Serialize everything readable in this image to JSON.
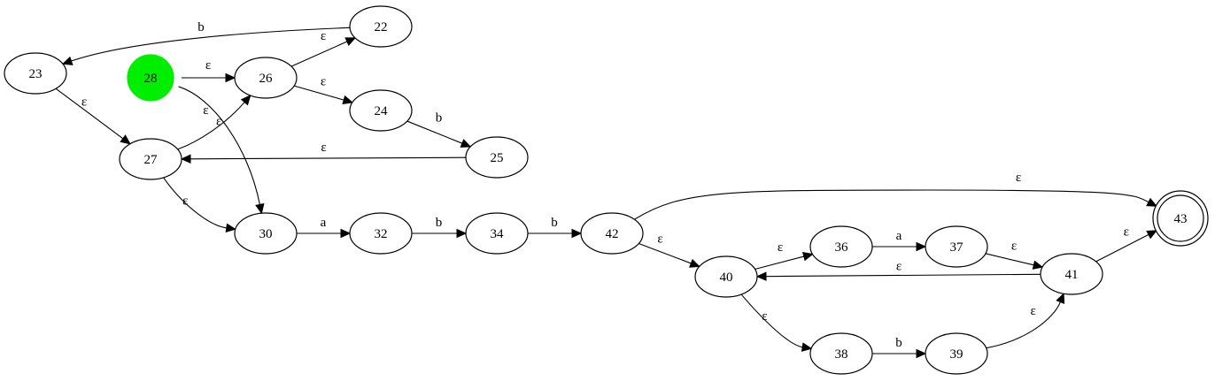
{
  "diagram": {
    "type": "state-machine",
    "start_state": "28",
    "accept_states": [
      "43"
    ],
    "colors": {
      "start_fill": "#00ee00",
      "stroke": "#000000",
      "background": "#ffffff"
    },
    "states": [
      {
        "id": "22",
        "label": "22"
      },
      {
        "id": "23",
        "label": "23"
      },
      {
        "id": "24",
        "label": "24"
      },
      {
        "id": "25",
        "label": "25"
      },
      {
        "id": "26",
        "label": "26"
      },
      {
        "id": "27",
        "label": "27"
      },
      {
        "id": "28",
        "label": "28"
      },
      {
        "id": "30",
        "label": "30"
      },
      {
        "id": "32",
        "label": "32"
      },
      {
        "id": "34",
        "label": "34"
      },
      {
        "id": "36",
        "label": "36"
      },
      {
        "id": "37",
        "label": "37"
      },
      {
        "id": "38",
        "label": "38"
      },
      {
        "id": "39",
        "label": "39"
      },
      {
        "id": "40",
        "label": "40"
      },
      {
        "id": "41",
        "label": "41"
      },
      {
        "id": "42",
        "label": "42"
      },
      {
        "id": "43",
        "label": "43"
      }
    ],
    "transitions": [
      {
        "from": "22",
        "to": "23",
        "label": "b"
      },
      {
        "from": "28",
        "to": "26",
        "label": "ε"
      },
      {
        "from": "26",
        "to": "22",
        "label": "ε"
      },
      {
        "from": "26",
        "to": "24",
        "label": "ε"
      },
      {
        "from": "23",
        "to": "27",
        "label": "ε"
      },
      {
        "from": "27",
        "to": "26",
        "label": "ε"
      },
      {
        "from": "28",
        "to": "30",
        "label": "ε"
      },
      {
        "from": "24",
        "to": "25",
        "label": "b"
      },
      {
        "from": "25",
        "to": "27",
        "label": "ε"
      },
      {
        "from": "27",
        "to": "30",
        "label": "ε"
      },
      {
        "from": "30",
        "to": "32",
        "label": "a"
      },
      {
        "from": "32",
        "to": "34",
        "label": "b"
      },
      {
        "from": "34",
        "to": "42",
        "label": "b"
      },
      {
        "from": "42",
        "to": "43",
        "label": "ε"
      },
      {
        "from": "42",
        "to": "40",
        "label": "ε"
      },
      {
        "from": "40",
        "to": "36",
        "label": "ε"
      },
      {
        "from": "36",
        "to": "37",
        "label": "a"
      },
      {
        "from": "37",
        "to": "41",
        "label": "ε"
      },
      {
        "from": "41",
        "to": "40",
        "label": "ε"
      },
      {
        "from": "41",
        "to": "43",
        "label": "ε"
      },
      {
        "from": "40",
        "to": "38",
        "label": "ε"
      },
      {
        "from": "38",
        "to": "39",
        "label": "b"
      },
      {
        "from": "39",
        "to": "41",
        "label": "ε"
      }
    ]
  }
}
